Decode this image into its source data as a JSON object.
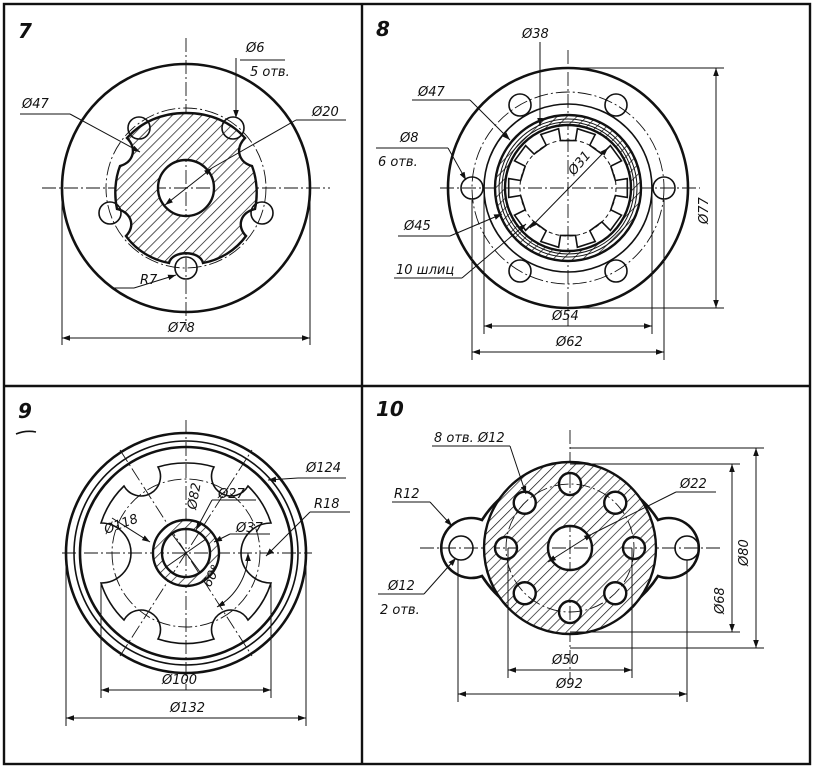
{
  "panels": [
    {
      "number": "7",
      "labels": {
        "d6": "Ø6",
        "holes": "5 отв.",
        "d47": "Ø47",
        "d20": "Ø20",
        "r7": "R7",
        "d78": "Ø78"
      }
    },
    {
      "number": "8",
      "labels": {
        "d38": "Ø38",
        "d47": "Ø47",
        "d8": "Ø8",
        "holes": "6 отв.",
        "d31": "Ø31",
        "d45": "Ø45",
        "splines": "10 шлиц",
        "d54": "Ø54",
        "d62": "Ø62",
        "d77": "Ø77"
      }
    },
    {
      "number": "9",
      "labels": {
        "d124": "Ø124",
        "d27": "Ø27",
        "d82": "Ø82",
        "d118": "Ø118",
        "d37": "Ø37",
        "r18": "R18",
        "angle": "60°",
        "d100": "Ø100",
        "d132": "Ø132"
      }
    },
    {
      "number": "10",
      "labels": {
        "holes8": "8 отв. Ø12",
        "d22": "Ø22",
        "r12": "R12",
        "d12": "Ø12",
        "holes2": "2 отв.",
        "d80": "Ø80",
        "d68": "Ø68",
        "d50": "Ø50",
        "d92": "Ø92"
      }
    }
  ]
}
